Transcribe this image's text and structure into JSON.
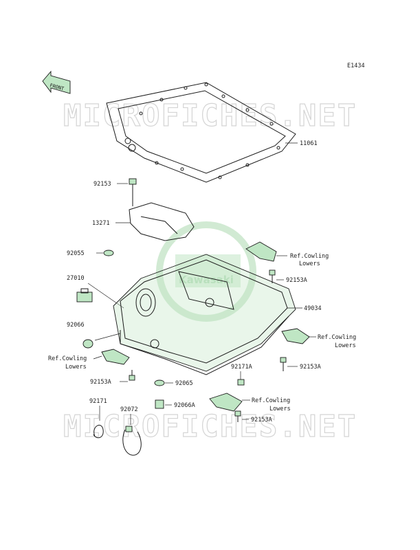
{
  "diagram": {
    "code": "E1434",
    "front_label": "FRONT",
    "watermark": "MICROFICHES.NET",
    "logo_text": "Kawasaki",
    "labels": {
      "p11061": "11061",
      "p92153": "92153",
      "p13271": "13271",
      "p92055": "92055",
      "p27010": "27010",
      "p92066": "92066",
      "ref1_l1": "Ref.Cowling",
      "ref1_l2": "Lowers",
      "p92153a_1": "92153A",
      "p49034": "49034",
      "ref2_l1": "Ref.Cowling",
      "ref2_l2": "Lowers",
      "p92153a_2": "92153A",
      "ref3_l1": "Ref.Cowling",
      "ref3_l2": "Lowers",
      "p92153a_3": "92153A",
      "p92065": "92065",
      "p92171a": "92171A",
      "ref4_l1": "Ref.Cowling",
      "ref4_l2": "Lowers",
      "p92066a": "92066A",
      "p92153a_4": "92153A",
      "p92171": "92171",
      "p92072": "92072"
    }
  },
  "colors": {
    "part_fill": "#bfe6c4",
    "logo": "#c9e7cc",
    "watermark": "#d4d4d4"
  }
}
